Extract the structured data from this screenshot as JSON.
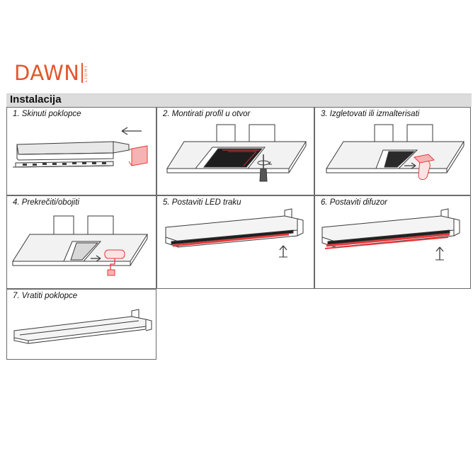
{
  "brand": {
    "name": "DAWN",
    "sub": "LIGHT",
    "color": "#e2572b"
  },
  "title": "Instalacija",
  "steps": [
    {
      "label": "1. Skinuti poklopce"
    },
    {
      "label": "2. Montirati profil u otvor"
    },
    {
      "label": "3. Izgletovati ili izmalterisati"
    },
    {
      "label": "4. Prekrečiti/obojiti"
    },
    {
      "label": "5. Postaviti LED traku"
    },
    {
      "label": "6. Postaviti difuzor"
    },
    {
      "label": "7. Vratiti poklopce"
    }
  ],
  "colors": {
    "accent": "#e8393a",
    "line": "#3a3a3a",
    "border": "#6b6b6b",
    "header_band": "#dcdcdc"
  }
}
